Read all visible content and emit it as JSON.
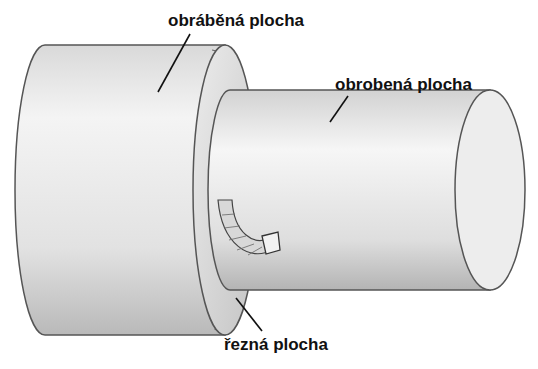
{
  "diagram": {
    "labels": [
      "obráběná plocha",
      "obrobená plocha",
      "řezná plocha"
    ]
  }
}
